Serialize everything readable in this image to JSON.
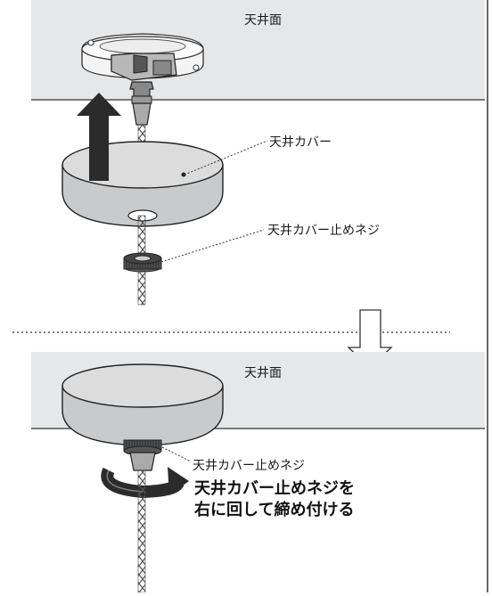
{
  "top_panel": {
    "ceiling_label": "天井面",
    "cover_label": "天井カバー",
    "screw_label": "天井カバー止めネジ"
  },
  "bottom_panel": {
    "ceiling_label": "天井面",
    "screw_label": "天井カバー止めネジ",
    "instruction_line1": "天井カバー止めネジを",
    "instruction_line2": "右に回して締め付ける"
  },
  "colors": {
    "ceiling": "#e6e7e8",
    "cover": "#c9cacb",
    "arrow": "#2b2b2b",
    "line": "#333333"
  }
}
